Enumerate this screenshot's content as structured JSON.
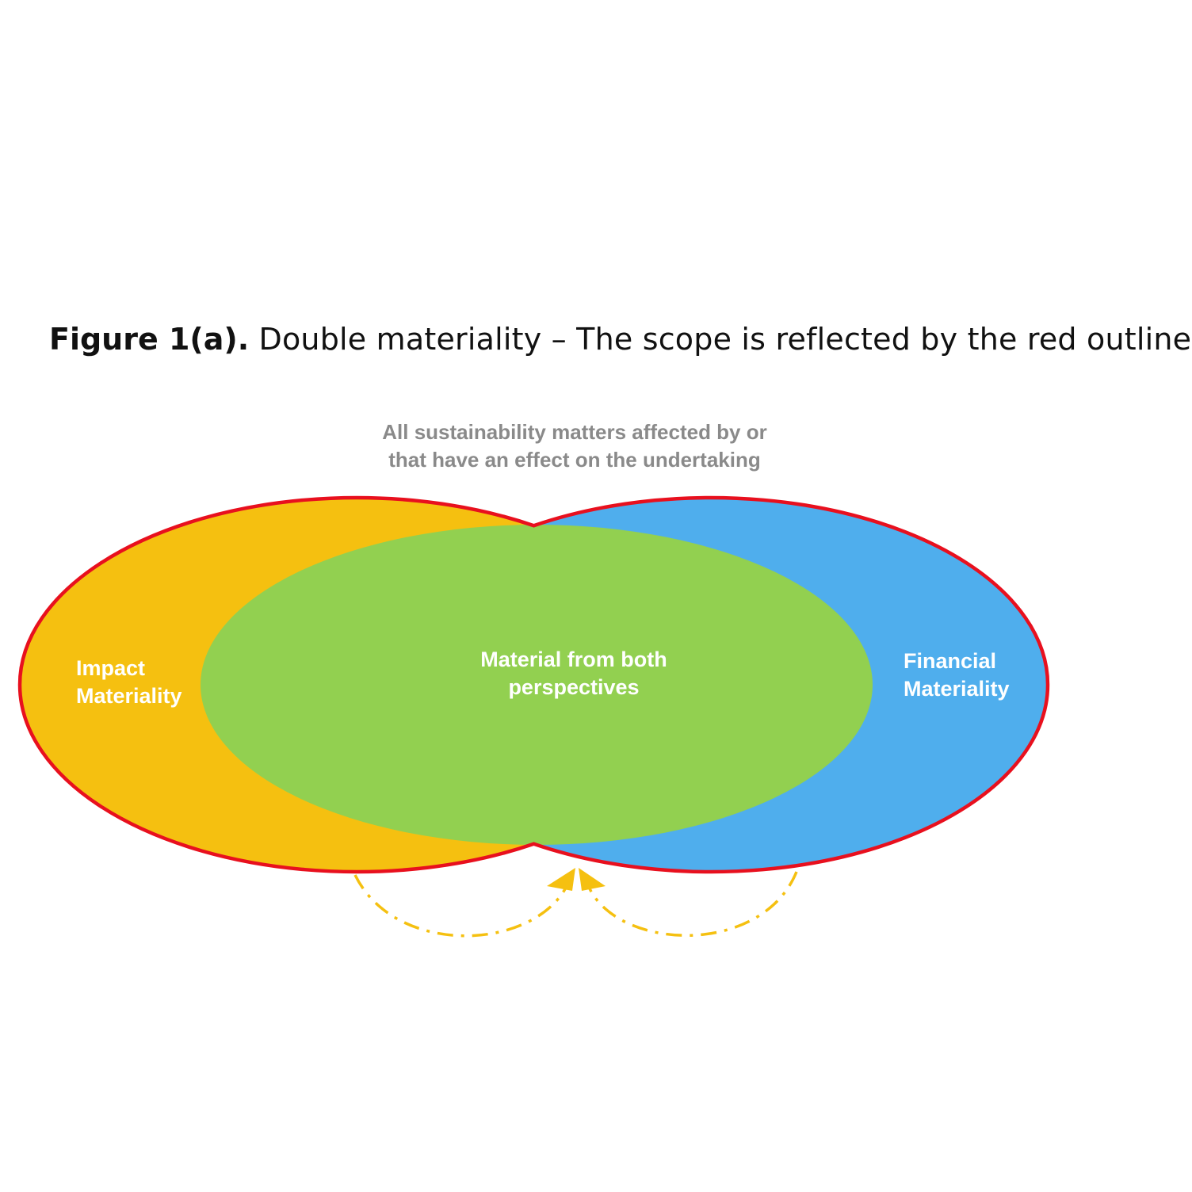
{
  "caption": {
    "label": "Figure 1(a).",
    "text": " Double materiality – The scope is reflected by the red outline"
  },
  "scope_note": {
    "line1": "All sustainability matters affected by or",
    "line2": "that have an effect on the undertaking"
  },
  "regions": {
    "impact": {
      "line1": "Impact",
      "line2": "Materiality"
    },
    "both": {
      "line1": "Material from both",
      "line2": "perspectives"
    },
    "financial": {
      "line1": "Financial",
      "line2": "Materiality"
    }
  },
  "colors": {
    "impact_fill": "#f5c010",
    "financial_fill": "#4faeed",
    "overlap_fill": "#92d050",
    "scope_outline": "#e8101e",
    "arrow": "#f5c010",
    "note_text": "#8a8a8a"
  }
}
